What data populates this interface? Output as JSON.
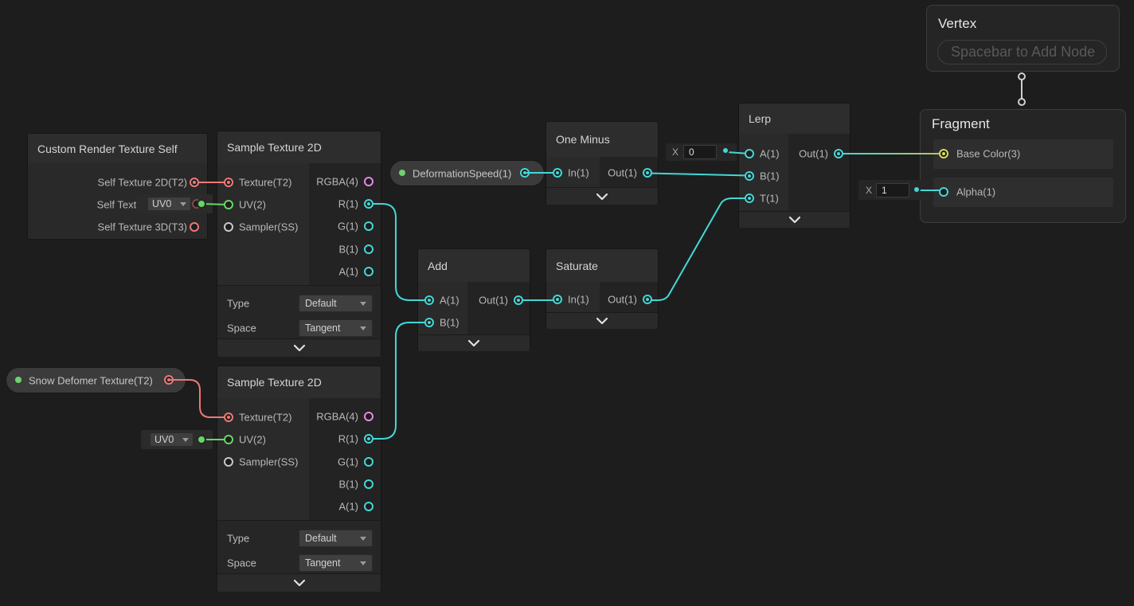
{
  "colors": {
    "background": "#1d1d1d",
    "vector1_cyan": "#45d6d6",
    "vector2_green": "#66d666",
    "vector3_yellow": "#d9d95c",
    "vector4_pink": "#e58ae5",
    "texture_red": "#ee7777",
    "sampler_gray": "#c8c8c8",
    "property_dot_green": "#71d171",
    "wire_gradient_end": "#b9c35f"
  },
  "context_nodes": {
    "vertex": {
      "title": "Vertex",
      "placeholder": "Spacebar to Add Node"
    },
    "fragment": {
      "title": "Fragment",
      "base_color_label": "Base Color(3)",
      "alpha_label": "Alpha(1)",
      "alpha_default": {
        "label": "X",
        "value": "1"
      }
    }
  },
  "nodes": {
    "custom_render_texture": {
      "title": "Custom Render Texture Self",
      "out_2d": "Self Texture 2D(T2)",
      "out_cube": "Self Texture",
      "out_3d": "Self Texture 3D(T3)"
    },
    "sample1": {
      "title": "Sample Texture 2D",
      "in_texture": "Texture(T2)",
      "in_uv": "UV(2)",
      "in_sampler": "Sampler(SS)",
      "out_rgba": "RGBA(4)",
      "out_r": "R(1)",
      "out_g": "G(1)",
      "out_b": "B(1)",
      "out_a": "A(1)",
      "type_label": "Type",
      "type_value": "Default",
      "space_label": "Space",
      "space_value": "Tangent",
      "uv_dropdown": "UV0"
    },
    "sample2": {
      "title": "Sample Texture 2D",
      "in_texture": "Texture(T2)",
      "in_uv": "UV(2)",
      "in_sampler": "Sampler(SS)",
      "out_rgba": "RGBA(4)",
      "out_r": "R(1)",
      "out_g": "G(1)",
      "out_b": "B(1)",
      "out_a": "A(1)",
      "type_label": "Type",
      "type_value": "Default",
      "space_label": "Space",
      "space_value": "Tangent",
      "uv_dropdown": "UV0"
    },
    "one_minus": {
      "title": "One Minus",
      "in": "In(1)",
      "out": "Out(1)"
    },
    "add": {
      "title": "Add",
      "in_a": "A(1)",
      "in_b": "B(1)",
      "out": "Out(1)"
    },
    "saturate": {
      "title": "Saturate",
      "in": "In(1)",
      "out": "Out(1)"
    },
    "lerp": {
      "title": "Lerp",
      "in_a": "A(1)",
      "in_b": "B(1)",
      "in_t": "T(1)",
      "out": "Out(1)",
      "a_default": {
        "label": "X",
        "value": "0"
      }
    }
  },
  "properties": {
    "deformation_speed": {
      "label": "DeformationSpeed(1)"
    },
    "snow_deformer": {
      "label": "Snow Defomer Texture(T2)"
    }
  }
}
